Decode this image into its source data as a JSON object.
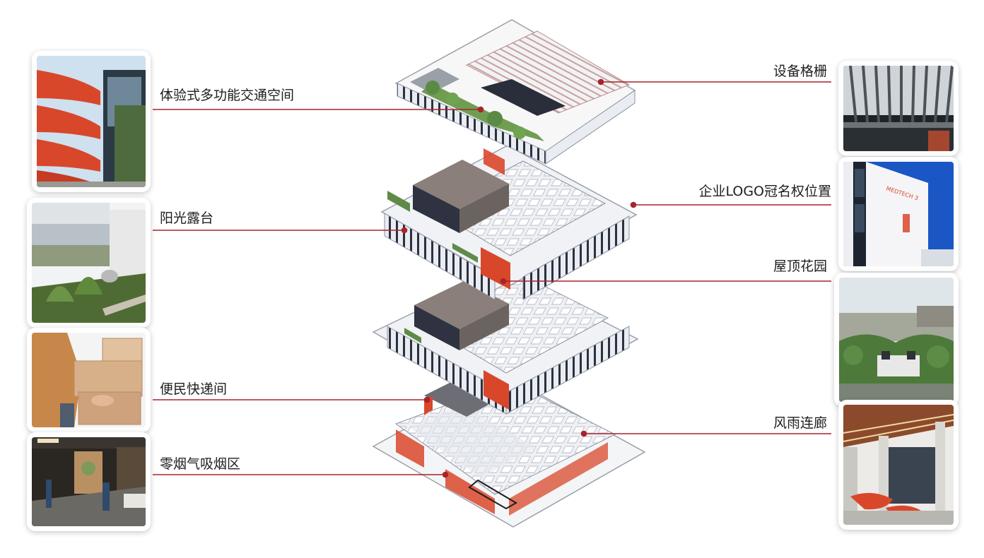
{
  "callouts_left": [
    {
      "label": "体验式多功能交通空间"
    },
    {
      "label": "阳光露台"
    },
    {
      "label": "便民快递间"
    },
    {
      "label": "零烟气吸烟区"
    }
  ],
  "callouts_right": [
    {
      "label": "设备格栅"
    },
    {
      "label": "企业LOGO冠名权位置"
    },
    {
      "label": "屋顶花园"
    },
    {
      "label": "风雨连廊"
    }
  ],
  "photos": {
    "logo_sign_text": "MEDTECH 3"
  },
  "colors": {
    "leader_line": "#a8232b",
    "accent_red": "#d9472b",
    "label_text": "#1e1e1e"
  }
}
